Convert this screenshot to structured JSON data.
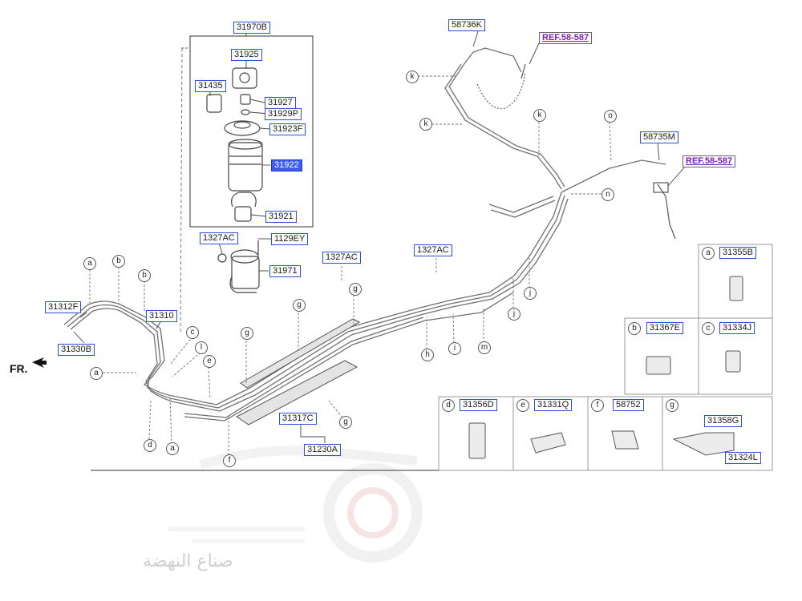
{
  "front_label": "FR.",
  "watermark_text": "صناع النهضة",
  "colors": {
    "label_border": "#2f4fd6",
    "highlight": "#3d5cf2",
    "reference": "#7d1fb0",
    "line": "#555555"
  },
  "part_labels": [
    "31970B",
    "31925",
    "31435",
    "31927",
    "31929P",
    "31923F",
    "31922",
    "31921",
    "1327AC",
    "1129EY",
    "31971",
    "1327AC",
    "1327AC",
    "58736K",
    "58735M",
    "31312F",
    "31310",
    "31330B",
    "31317C",
    "31230A"
  ],
  "references": [
    "REF.58-587",
    "REF.58-587"
  ],
  "callouts": [
    "a",
    "b",
    "b",
    "a",
    "c",
    "l",
    "e",
    "d",
    "a",
    "f",
    "g",
    "g",
    "g",
    "g",
    "h",
    "i",
    "m",
    "j",
    "j",
    "k",
    "k",
    "k",
    "o",
    "n"
  ],
  "detail_panels": [
    {
      "letter": "a",
      "part": "31355B"
    },
    {
      "letter": "b",
      "part": "31367E"
    },
    {
      "letter": "c",
      "part": "31334J"
    },
    {
      "letter": "d",
      "part": "31356D"
    },
    {
      "letter": "e",
      "part": "31331Q"
    },
    {
      "letter": "f",
      "part": "58752"
    },
    {
      "letter": "g",
      "part": "31358G",
      "extra": "31324L"
    }
  ]
}
